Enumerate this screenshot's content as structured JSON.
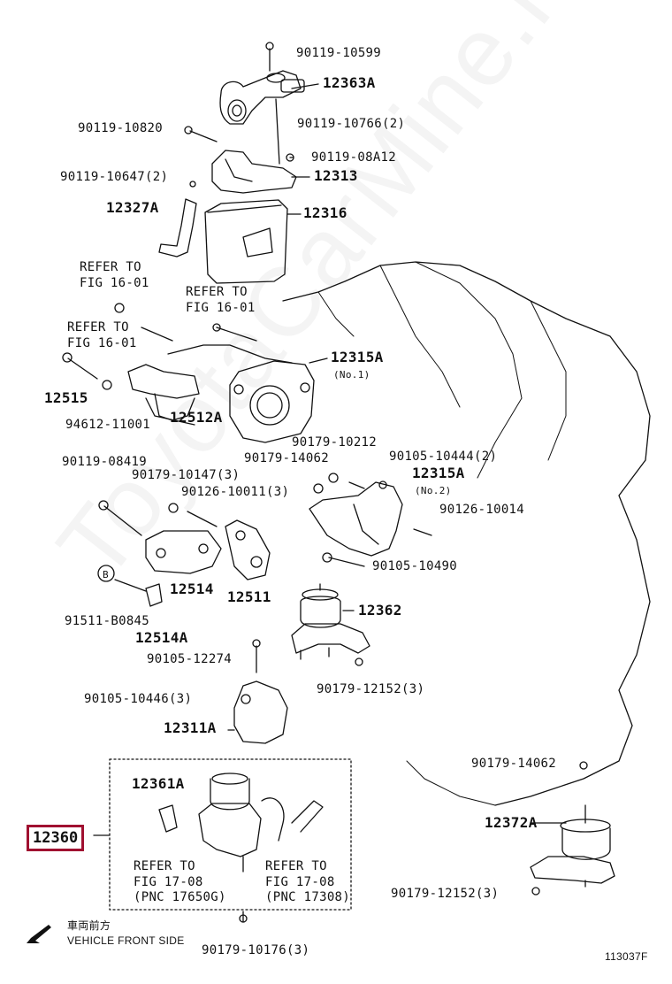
{
  "colors": {
    "highlight": "#a01030",
    "line": "#111111"
  },
  "watermark": "ToyotaCarMine.ru",
  "labels": {
    "p90119_10599": "90119-10599",
    "p12363A": "12363A",
    "p90119_10820": "90119-10820",
    "p90119_10766": "90119-10766(2)",
    "p90119_08A12": "90119-08A12",
    "p90119_10647": "90119-10647(2)",
    "p12313": "12313",
    "p12327A": "12327A",
    "p12316": "12316",
    "refer1_a": "REFER TO",
    "refer1_b": "FIG 16-01",
    "refer2_a": "REFER TO",
    "refer2_b": "FIG 16-01",
    "refer3_a": "REFER TO",
    "refer3_b": "FIG 16-01",
    "p12315A_1": "12315A",
    "p12315A_1_no": "(No.1)",
    "p12515": "12515",
    "p94612": "94612-11001",
    "p12512A": "12512A",
    "p90179_10212": "90179-10212",
    "p90179_14062a": "90179-14062",
    "p90105_10444": "90105-10444(2)",
    "p12315A_2": "12315A",
    "p12315A_2_no": "(No.2)",
    "p90119_08419": "90119-08419",
    "p90179_10147": "90179-10147(3)",
    "p90126_10011": "90126-10011(3)",
    "p90126_10014": "90126-10014",
    "p90105_10490": "90105-10490",
    "pB": "B",
    "p12514": "12514",
    "p12511": "12511",
    "p12362": "12362",
    "p91511": "91511-B0845",
    "p12514A": "12514A",
    "p90105_12274": "90105-12274",
    "p90179_12152a": "90179-12152(3)",
    "p90105_10446": "90105-10446(3)",
    "p12311A": "12311A",
    "p90179_14062b": "90179-14062",
    "p12361A": "12361A",
    "p12360": "12360",
    "p12372A": "12372A",
    "refer4_a": "REFER TO",
    "refer4_b": "FIG 17-08",
    "refer4_c": "(PNC 17650G)",
    "refer5_a": "REFER TO",
    "refer5_b": "FIG 17-08",
    "refer5_c": "(PNC 17308)",
    "p90179_12152b": "90179-12152(3)",
    "direction_jp": "車両前方",
    "direction_en": "VEHICLE FRONT SIDE",
    "p90179_10176": "90179-10176(3)",
    "fig_code": "113037F"
  }
}
